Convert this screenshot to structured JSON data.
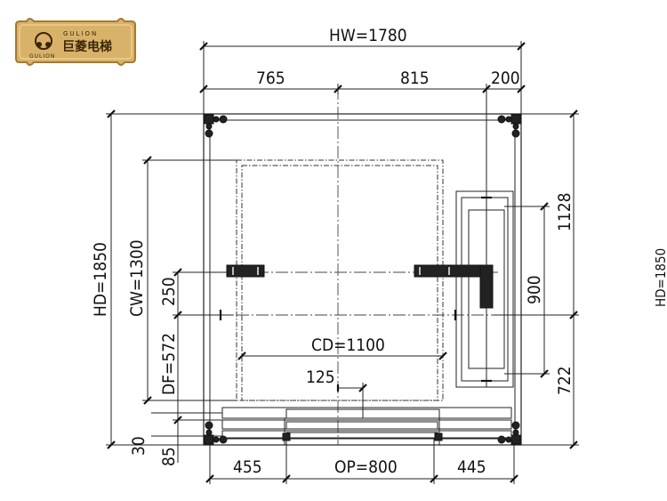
{
  "logo": {
    "brand_en_top": "GULION",
    "brand_en_bottom": "GULION",
    "brand_cn": "巨菱电梯",
    "colors": {
      "gold": "#d9b26a",
      "gold_dark": "#a57a2e",
      "text": "#3a2508"
    }
  },
  "dimensions": {
    "hw": "HW=1780",
    "hd": "HD=1850",
    "cw": "CW=1300",
    "cd": "CD=1100",
    "op": "OP=800",
    "df": "DF=572",
    "top_left": "765",
    "top_mid": "815",
    "top_right": "200",
    "bottom_left": "455",
    "bottom_right": "445",
    "right_top": "1128",
    "right_mid": "900",
    "right_bottom": "722",
    "left_250": "250",
    "left_30": "30",
    "left_85": "85",
    "door_125": "125",
    "edge_cut": "HD=1850"
  }
}
